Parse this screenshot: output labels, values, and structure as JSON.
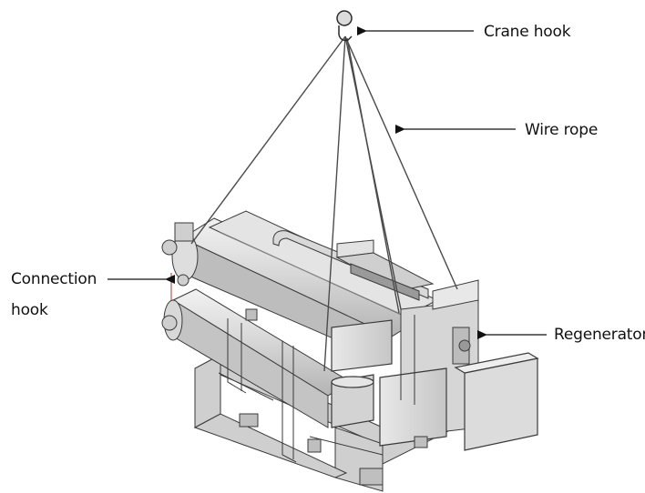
{
  "labels": {
    "crane_hook": "Crane hook",
    "wire_rope": "Wire rope",
    "connection_hook_line1": "Connection",
    "connection_hook_line2": "hook",
    "regenerator": "Regenerator"
  },
  "colors": {
    "line": "#111111",
    "body_light": "#e6e6e6",
    "body_mid": "#cfcfcf",
    "body_dark": "#a9a9a9",
    "outline": "#3a3a3a"
  }
}
